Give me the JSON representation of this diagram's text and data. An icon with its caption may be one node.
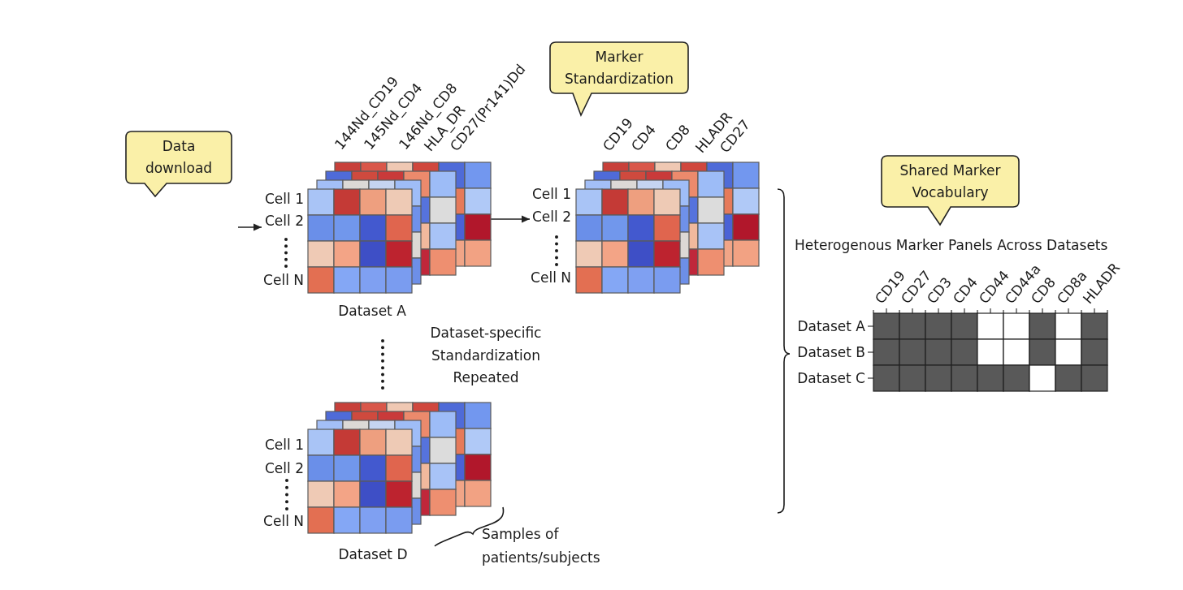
{
  "diagram": {
    "nodes": [
      {
        "text": [
          "Data download"
        ]
      },
      {
        "text": [
          "144Nd_CD19",
          "145Nd_CD4",
          "146Nd_CD8",
          "HLA_DR",
          "CD27(Pr141)Dd",
          "Cell 1",
          "Cell 2",
          "Cell N"
        ],
        "beside": [
          "Dataset A"
        ]
      },
      {
        "text": [
          "Marker Standardization"
        ]
      },
      {
        "text": [
          "CD19",
          "CD4",
          "CD8",
          "HLADR",
          "CD27",
          "Cell 1",
          "Cell 2",
          "Cell N"
        ]
      },
      {
        "text": [
          "Cell 1",
          "Cell 2",
          "Cell N"
        ],
        "beside": [
          "Dataset D",
          "Samples of patients/subjects"
        ]
      },
      {
        "text": [
          "Shared Marker Vocabulary"
        ]
      },
      {
        "text": [
          "Heterogenous Marker Panels Across Datasets",
          "CD19",
          "CD27",
          "CD3",
          "CD4",
          "CD44",
          "CD44a",
          "CD8",
          "CD8a",
          "HLADR",
          "Dataset A",
          "Dataset B",
          "Dataset C"
        ]
      }
    ],
    "edges": [
      {
        "from": null,
        "to": 1,
        "arrow": "to"
      },
      {
        "from": 1,
        "to": 3,
        "arrow": "to"
      }
    ],
    "labels": [
      "Dataset-specific Standardization Repeated"
    ]
  }
}
